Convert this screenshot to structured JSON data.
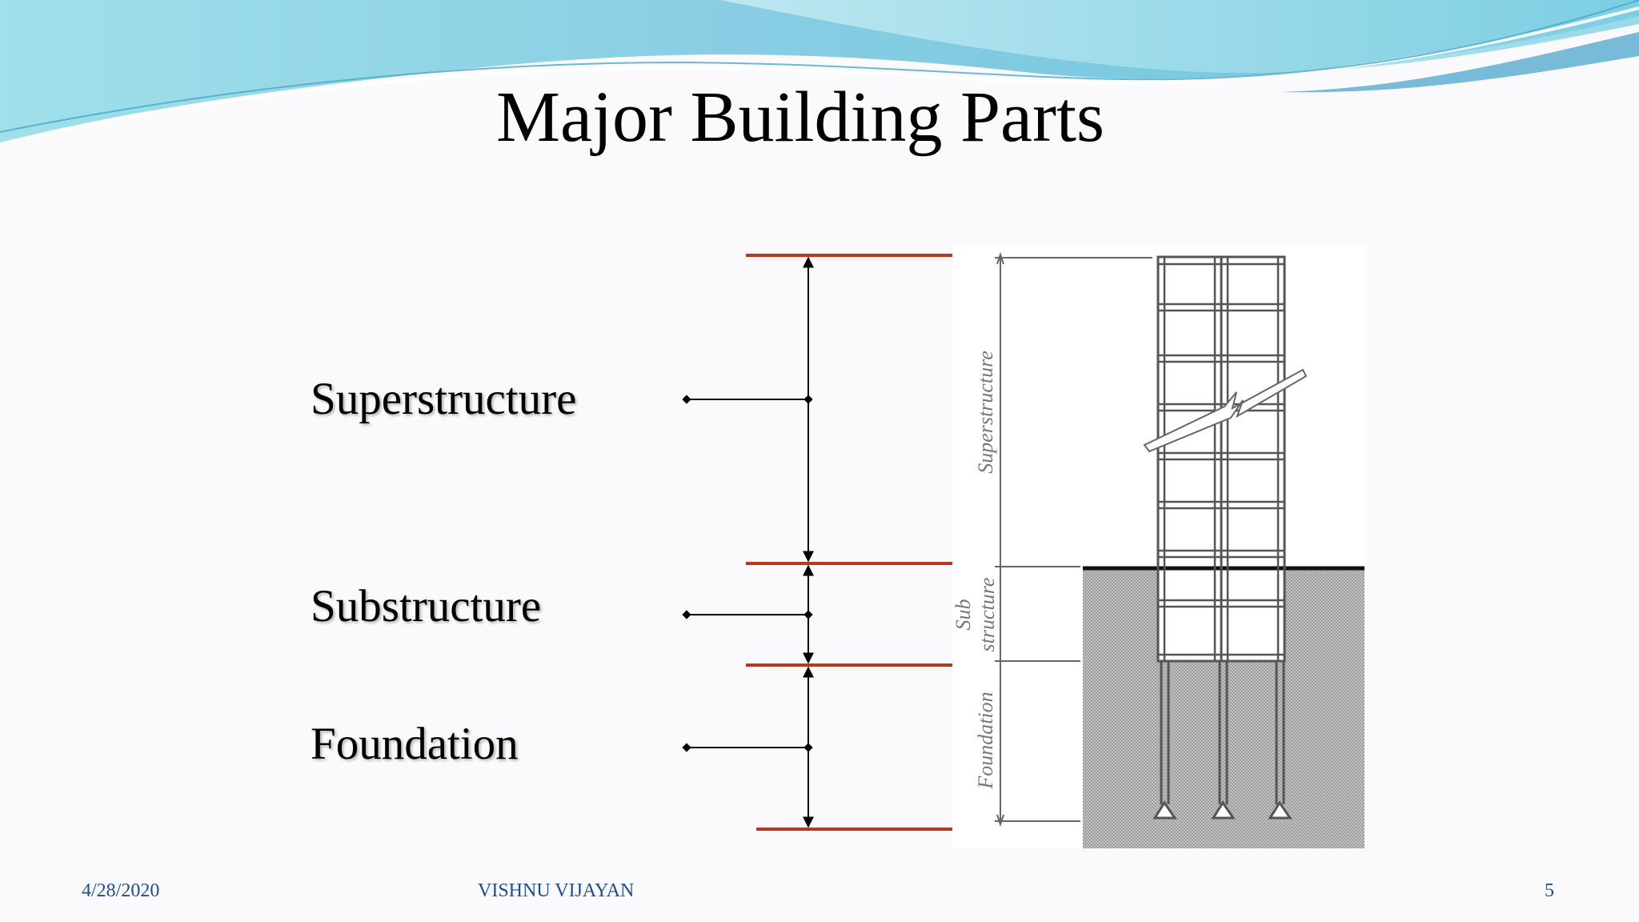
{
  "slide": {
    "title": "Major Building Parts",
    "labels": {
      "superstructure": "Superstructure",
      "substructure": "Substructure",
      "foundation": "Foundation"
    },
    "figure_labels": {
      "superstructure": "Superstructure",
      "sub": "Sub",
      "structure": "structure",
      "foundation": "Foundation"
    },
    "footer": {
      "date": "4/28/2020",
      "author": "VISHNU VIJAYAN",
      "page_number": "5"
    }
  },
  "colors": {
    "divider_lines": "#b5391c",
    "wave_light": "#9fe0ea",
    "wave_mid": "#6fc6dc",
    "wave_dark": "#3f9fc9",
    "ground_hatch": "#a9a9a9"
  }
}
